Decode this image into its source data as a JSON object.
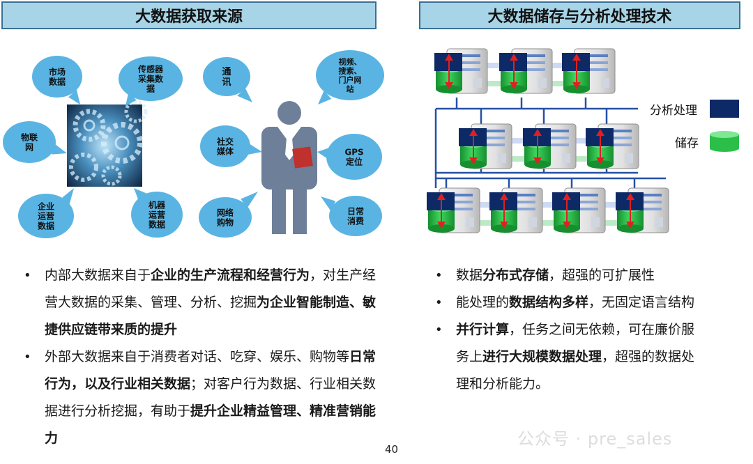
{
  "left_panel": {
    "title": "大数据获取来源",
    "bubbles": [
      {
        "lines": [
          "市场",
          "数据"
        ]
      },
      {
        "lines": [
          "传感器",
          "采集数",
          "据"
        ]
      },
      {
        "lines": [
          "物联",
          "网"
        ]
      },
      {
        "lines": [
          "企业",
          "运营",
          "数据"
        ]
      },
      {
        "lines": [
          "机器",
          "运营",
          "数据"
        ]
      },
      {
        "lines": [
          "通",
          "讯"
        ]
      },
      {
        "lines": [
          "视频、",
          "搜索、",
          "门户网",
          "站"
        ]
      },
      {
        "lines": [
          "社交",
          "媒体"
        ]
      },
      {
        "lines": [
          "GPS",
          "定位"
        ]
      },
      {
        "lines": [
          "网络",
          "购物"
        ]
      },
      {
        "lines": [
          "日常",
          "消费"
        ]
      }
    ],
    "bullets": [
      {
        "runs": [
          {
            "t": "内部大数据来自于",
            "b": false
          },
          {
            "t": "企业的生产流程和经营行为",
            "b": true
          },
          {
            "t": "，对生产经营大数据的采集、管理、分析、挖掘",
            "b": false
          },
          {
            "t": "为企业智能制造、敏捷供应链带来质的提升",
            "b": true
          }
        ]
      },
      {
        "runs": [
          {
            "t": "外部大数据来自于消费者对话、吃穿、娱乐、购物等",
            "b": false
          },
          {
            "t": "日常行为，以及行业相关数据",
            "b": true
          },
          {
            "t": "；对客户行为数据、行业相关数据进行分析挖掘，有助于",
            "b": false
          },
          {
            "t": "提升企业精益管理、精准营销能力",
            "b": true
          }
        ]
      }
    ]
  },
  "right_panel": {
    "title": "大数据储存与分析处理技术",
    "legend": [
      {
        "label": "分析处理",
        "color": "#0d2a66"
      },
      {
        "label": "储存",
        "color": "#2bbf4a"
      }
    ],
    "bullets": [
      {
        "runs": [
          {
            "t": "数据",
            "b": false
          },
          {
            "t": "分布式存储",
            "b": true
          },
          {
            "t": "，超强的可扩展性",
            "b": false
          }
        ]
      },
      {
        "runs": [
          {
            "t": "能处理的",
            "b": false
          },
          {
            "t": "数据结构多样",
            "b": true
          },
          {
            "t": "，无固定语言结构",
            "b": false
          }
        ]
      },
      {
        "runs": [
          {
            "t": "并行计算",
            "b": true
          },
          {
            "t": "，任务之间无依赖，可在廉价服务上",
            "b": false
          },
          {
            "t": "进行大规模数据处理",
            "b": true
          },
          {
            "t": "，超强的数据处理和分析能力。",
            "b": false
          }
        ]
      }
    ]
  },
  "page_number": "40",
  "watermark": "公众号 · pre_sales"
}
